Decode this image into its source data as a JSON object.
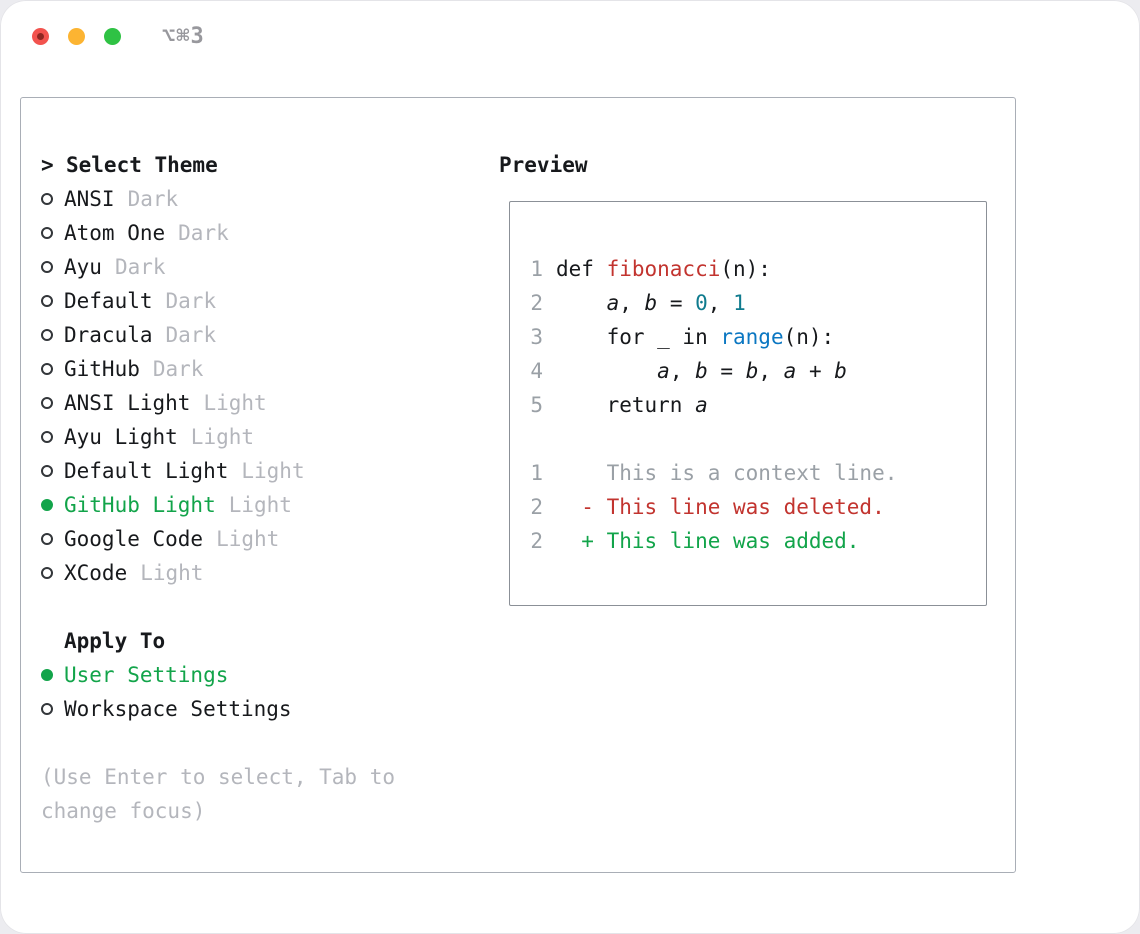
{
  "window": {
    "shortcut_label": "⌥⌘3"
  },
  "theme_selector": {
    "prompt": ">",
    "title": "Select Theme",
    "options": [
      {
        "name": "ANSI",
        "variant": "Dark",
        "selected": false
      },
      {
        "name": "Atom One",
        "variant": "Dark",
        "selected": false
      },
      {
        "name": "Ayu",
        "variant": "Dark",
        "selected": false
      },
      {
        "name": "Default",
        "variant": "Dark",
        "selected": false
      },
      {
        "name": "Dracula",
        "variant": "Dark",
        "selected": false
      },
      {
        "name": "GitHub",
        "variant": "Dark",
        "selected": false
      },
      {
        "name": "ANSI Light",
        "variant": "Light",
        "selected": false
      },
      {
        "name": "Ayu Light",
        "variant": "Light",
        "selected": false
      },
      {
        "name": "Default Light",
        "variant": "Light",
        "selected": false
      },
      {
        "name": "GitHub Light",
        "variant": "Light",
        "selected": true
      },
      {
        "name": "Google Code",
        "variant": "Light",
        "selected": false
      },
      {
        "name": "XCode",
        "variant": "Light",
        "selected": false
      }
    ]
  },
  "apply_to": {
    "title": "Apply To",
    "options": [
      {
        "label": "User Settings",
        "selected": true
      },
      {
        "label": "Workspace Settings",
        "selected": false
      }
    ]
  },
  "hint": "(Use Enter to select, Tab to change focus)",
  "preview": {
    "title": "Preview",
    "code_lines": [
      {
        "num": "1",
        "tokens": [
          {
            "t": "def ",
            "c": "plain"
          },
          {
            "t": "fibonacci",
            "c": "func"
          },
          {
            "t": "(n):",
            "c": "plain"
          }
        ]
      },
      {
        "num": "2",
        "tokens": [
          {
            "t": "    ",
            "c": "plain"
          },
          {
            "t": "a",
            "c": "var"
          },
          {
            "t": ", ",
            "c": "plain"
          },
          {
            "t": "b",
            "c": "var"
          },
          {
            "t": " = ",
            "c": "plain"
          },
          {
            "t": "0",
            "c": "num"
          },
          {
            "t": ", ",
            "c": "plain"
          },
          {
            "t": "1",
            "c": "num"
          }
        ]
      },
      {
        "num": "3",
        "tokens": [
          {
            "t": "    for _ in ",
            "c": "plain"
          },
          {
            "t": "range",
            "c": "builtin"
          },
          {
            "t": "(n):",
            "c": "plain"
          }
        ]
      },
      {
        "num": "4",
        "tokens": [
          {
            "t": "        ",
            "c": "plain"
          },
          {
            "t": "a",
            "c": "var"
          },
          {
            "t": ", ",
            "c": "plain"
          },
          {
            "t": "b",
            "c": "var"
          },
          {
            "t": " = ",
            "c": "plain"
          },
          {
            "t": "b",
            "c": "var"
          },
          {
            "t": ", ",
            "c": "plain"
          },
          {
            "t": "a",
            "c": "var"
          },
          {
            "t": " + ",
            "c": "plain"
          },
          {
            "t": "b",
            "c": "var"
          }
        ]
      },
      {
        "num": "5",
        "tokens": [
          {
            "t": "    return ",
            "c": "plain"
          },
          {
            "t": "a",
            "c": "var"
          }
        ]
      }
    ],
    "diff_lines": [
      {
        "num": "1",
        "kind": "context",
        "text": "    This is a context line."
      },
      {
        "num": "2",
        "kind": "deleted",
        "text": "  - This line was deleted."
      },
      {
        "num": "2",
        "kind": "added",
        "text": "  + This line was added."
      }
    ]
  },
  "colors": {
    "accent_green": "#12a44a",
    "text": "#17191c",
    "muted_gray": "#b4b6bc",
    "lineno_gray": "#9aa0a6",
    "func_red": "#c2342f",
    "number_teal": "#0f7b8e",
    "builtin_blue": "#0b77c2",
    "deleted_red": "#c2342f",
    "added_green": "#12a44a",
    "panel_border": "#a9aeb6",
    "preview_border": "#8b9097",
    "traffic_red": "#f2534e",
    "traffic_yellow": "#fcb432",
    "traffic_green": "#2fc244"
  }
}
